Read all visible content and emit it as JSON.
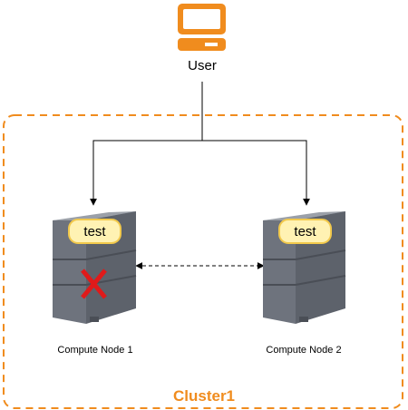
{
  "user": {
    "label": "User",
    "icon": "computer-icon"
  },
  "cluster": {
    "label": "Cluster1",
    "border_color": "#f08c1e",
    "label_color": "#f08c1e"
  },
  "nodes": [
    {
      "label": "Compute Node 1",
      "tag": "test",
      "failed": true,
      "failure_mark": "X",
      "failure_color": "#e01a1a"
    },
    {
      "label": "Compute Node 2",
      "tag": "test",
      "failed": false
    }
  ],
  "connections": [
    {
      "from": "User",
      "to": "Compute Node 1",
      "style": "solid",
      "arrow": "end"
    },
    {
      "from": "User",
      "to": "Compute Node 2",
      "style": "solid",
      "arrow": "end"
    },
    {
      "from": "Compute Node 1",
      "to": "Compute Node 2",
      "style": "dashed",
      "arrow": "both"
    }
  ],
  "colors": {
    "server_body": "#6e737d",
    "server_dark": "#4a4e56",
    "tag_fill": "#fff2b3",
    "tag_border": "#f2c94c"
  }
}
